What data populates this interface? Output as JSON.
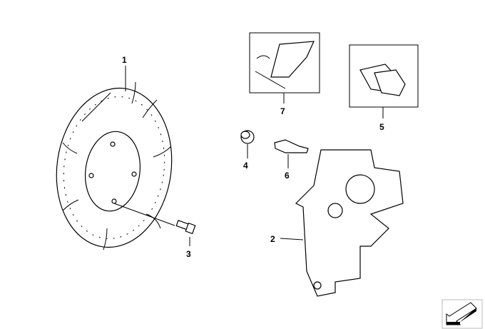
{
  "diagram": {
    "callouts": [
      {
        "number": "1",
        "part": "brake-disc"
      },
      {
        "number": "2",
        "part": "brake-caliper"
      },
      {
        "number": "3",
        "part": "disc-bolt"
      },
      {
        "number": "4",
        "part": "bleeder-cap"
      },
      {
        "number": "5",
        "part": "brake-pads"
      },
      {
        "number": "6",
        "part": "bleeder-valve"
      },
      {
        "number": "7",
        "part": "pad-retaining-kit"
      }
    ]
  }
}
